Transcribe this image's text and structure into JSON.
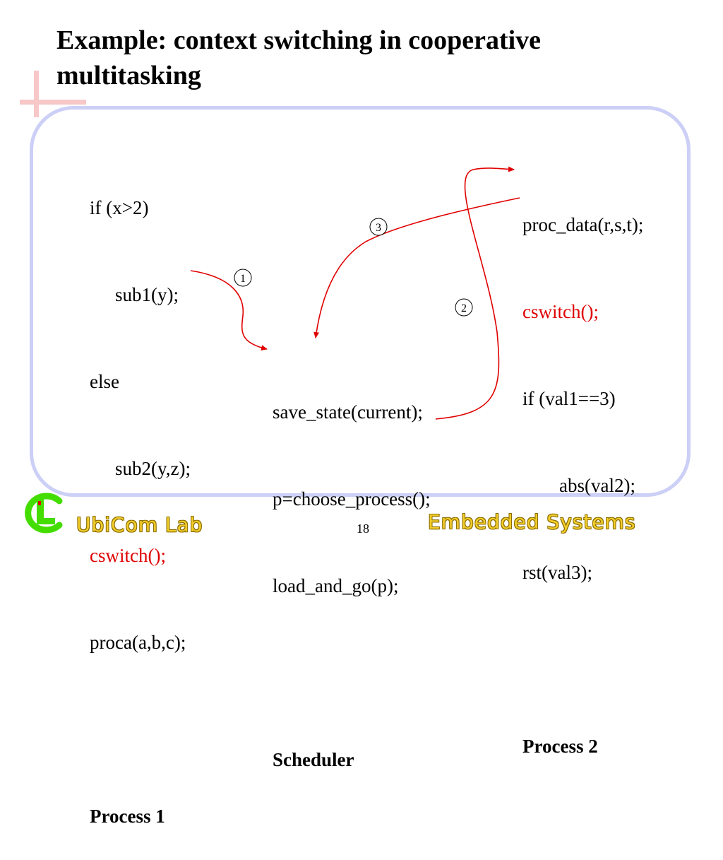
{
  "title": "Example: context switching in cooperative multitasking",
  "process1": {
    "lines": [
      "if (x>2)",
      "sub1(y);",
      "else",
      "sub2(y,z);",
      "cswitch();",
      "proca(a,b,c);"
    ],
    "label": "Process 1"
  },
  "scheduler": {
    "lines": [
      "save_state(current);",
      "p=choose_process();",
      "load_and_go(p);"
    ],
    "label": "Scheduler"
  },
  "process2": {
    "lines": [
      "proc_data(r,s,t);",
      "cswitch();",
      "if (val1==3)",
      "abs(val2);",
      "rst(val3);"
    ],
    "label": "Process 2"
  },
  "steps": [
    "1",
    "2",
    "3"
  ],
  "footer": {
    "lab": "UbiCom Lab",
    "course": "Embedded Systems",
    "page": "18"
  },
  "colors": {
    "highlight": "#e00000",
    "frame": "#cccff6",
    "decor": "#f8c8c8",
    "footer_text": "#f2cc2a",
    "logo": "#44dd00"
  }
}
